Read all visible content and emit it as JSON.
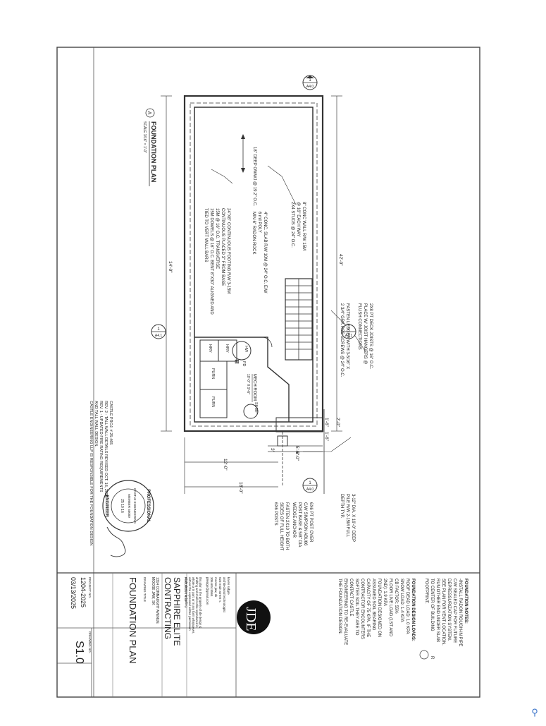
{
  "drawing_title": "FOUNDATION PLAN",
  "scale": "SCALE 3/16\" = 1'-0\"",
  "plan_title_circle": "A",
  "section_markers": [
    {
      "num": "1",
      "sheet": "A4.0"
    },
    {
      "num": "1",
      "sheet": "A4.1"
    },
    {
      "num": "1",
      "sheet": "A4.1"
    },
    {
      "num": "1",
      "sheet": "A4.0"
    }
  ],
  "dims": {
    "overall_length": "42'-0\"",
    "overall_width": "14'-0\"",
    "mech_width": "10'-0\" X 9'-6\"",
    "ext_18": "18'-0\"",
    "ext_12": "12'-0\"",
    "ext_6": "6'-0\"",
    "ext_5_6": "5'-6\"",
    "ext_3": "3'",
    "ext_2": "2'-0\"",
    "ext_1_6a": "1'-6\"",
    "ext_1_6b": "1'-6\""
  },
  "notes": {
    "owwj": "18\" DEEP OWWJ @ 19.2\" O.C.",
    "conc_wall": [
      "8\" CONC WALL R/W 15M",
      "@ 16\" EACH WAY",
      "2X4 STUDS @ 24\" O.C."
    ],
    "slab": [
      "4\" CONC. SLAB R/W 10M @ 24\" O.C. E/W",
      "6 mil POLY",
      "MIN 6\" RADON ROCK"
    ],
    "footing": [
      "24\"X8\" CONTINUOUS FOOTING R/W 3-15M",
      "CONTINUOUS PLACED 3\" FROM BASE",
      "15M @ 16\" O.C. TRANSVERSE",
      "15M DOWELS @ 16\" O.C. BENT 8\"X30\" ALIGNED AND",
      "TIED TO VERT WALL BARS"
    ],
    "deck_joists": [
      "2X8 PT DECK JOISTS @ 16\" O.C.",
      "PLACE W/ JOIST HANGERS @",
      "FLUSH CONNECTIONS"
    ],
    "ledger": [
      "FASTEN LEDGER WITH 3-5/16\" X",
      "2 3/4\" GRK RSS SCREWS @ 24\" O.C."
    ],
    "pile": [
      "3-12\" DIA. X 16'-0\" DEEP",
      "PILE R/W 2-15M FULL",
      "DEPTH TYP."
    ],
    "post": [
      "6X6 PT POST OVER",
      "C/W SIMPSON ABU66",
      "POST BASE & 5/8\" DIA",
      "WEDGE ANCHOR"
    ],
    "fasten_2x10": [
      "FASTEN 2X10 TO BOTH",
      "SIDES OF FULL HEIGHT",
      "6X6 POSTS"
    ],
    "mech_room": "MECH ROOM",
    "hw": "HW",
    "hrv": "HRV",
    "furn": "FURN",
    "fd": "FD",
    "sump": "SUMP"
  },
  "responsibility": [
    "CASTLE ENGINEERING LLP IS RESPONSIBLE FOR THE FOUNDATION DESIGN",
    "AND TALL WALL DESIGN.",
    "REV. 1 - UPDATED FIRE RATING REQUIREMENTS",
    "REV. 2 - TALL WALL DETAILS REVISED OCT. 16, 2025",
    "CASTLE PROJ. # 25-465"
  ],
  "stamp": {
    "outer_top": "PROFESSIONAL",
    "outer_bottom": "ENGINEER",
    "company": "CASTLE ENGINEERING",
    "member": "MEMBER 55000",
    "date": "25 10 16"
  },
  "foundation_notes": {
    "heading": "FOUNDATION NOTES:",
    "lines": [
      "-INSTALL RADON ROUGH-IN PIPE",
      "C/W SEALED CAP FOR FUTURE",
      "DEPRESSURIZATION SYSTEM.",
      "SEE PLAN FOR VENT LOCATION.",
      "RUN OTHER END UNDER SLAB",
      "TO CENTER OF BUILDING",
      "FOOTPRINT."
    ]
  },
  "design_loads": {
    "heading": "FOUNDATION DESIGN LOADS:",
    "lines": [
      "ROOF DEAD LOAD: 1.0 KPA",
      "SNOW LOAD: 1.4 KPA",
      "CB FACTOR: 55%",
      "FLOOR LIVE LOAD (1ST AND",
      "2ND): 1.9 KPA",
      "FOUNDATION DESIGNED ON",
      "ASSUMED SOIL BEARING",
      "CAPACITY OF 75 KPA. IF THE",
      "CONTRACTOR ENCOUNTERS",
      "SOFTER SOIL THEY ARE TO",
      "CONTACT CASTLE",
      "ENGINEERING TO RE-EVALUATE",
      "THE FOUNDATION DESIGN."
    ]
  },
  "title_block": {
    "logo": "JDE",
    "designer": [
      "karen sidgre",
      "architectural technologist",
      "623 main street n.",
      "moose jaw, sk",
      "306.684.5564",
      "jdesign@gmail.com"
    ],
    "copyright": [
      "this plan is the property of jde design &",
      "drafting and shall not be reproduced in",
      "whole or in part, or in any form whatsoever,",
      "without the expressed written permission",
      "of jde design & drafting."
    ],
    "project_title_label": "PROJECT TITLE",
    "project_title": [
      "SAPPHIRE ELITE",
      "CONTRACTING"
    ],
    "address": [
      "1314 CONNAUGHT AVENUE",
      "MOOSE JAW, SK"
    ],
    "drawing_title_label": "DRAWING TITLE",
    "drawing_title": "FOUNDATION PLAN",
    "project_no_label": "PROJECT NO.",
    "project_no": "1204-2025",
    "date": "03/13/2025",
    "drawing_no_label": "DRAWING NO.",
    "drawing_no": "S1.0"
  }
}
